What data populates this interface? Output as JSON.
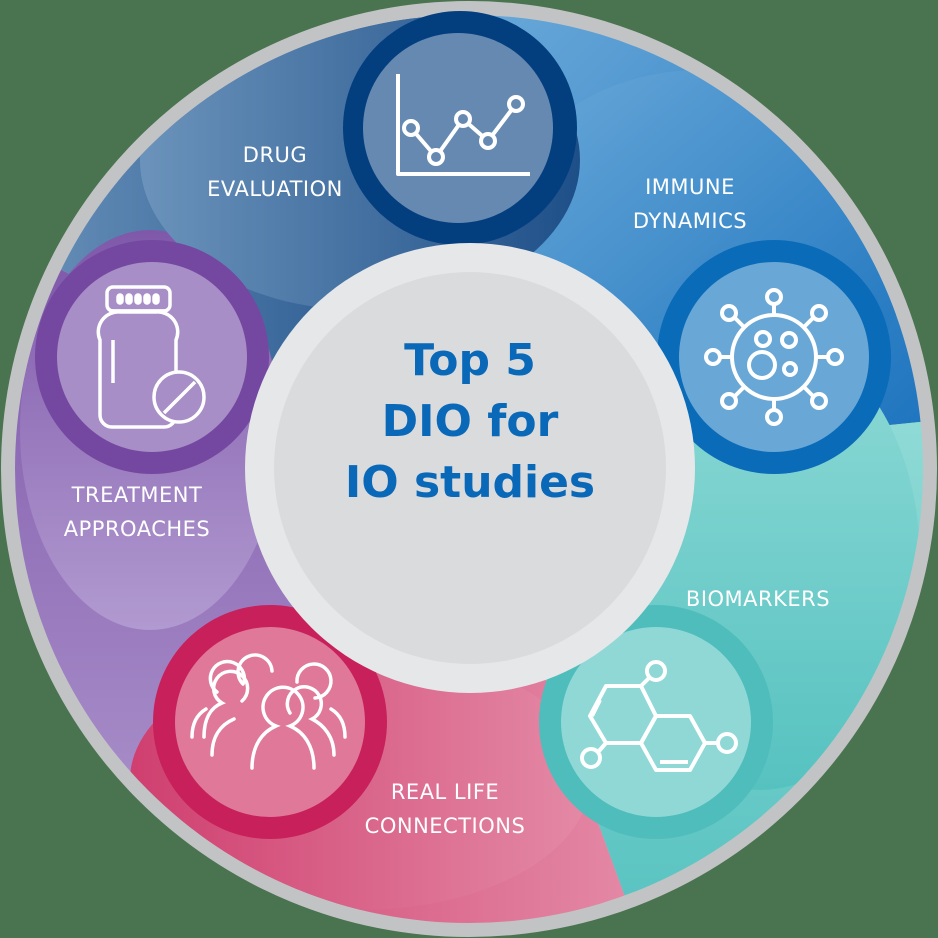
{
  "center": {
    "line1": "Top 5",
    "line2": "DIO for",
    "line3": "IO studies"
  },
  "segments": [
    {
      "id": "drug-evaluation",
      "line1": "DRUG",
      "line2": "EVALUATION",
      "icon": "line-chart-icon",
      "color": "#2d5f96",
      "ring": "#033f7f",
      "disc": "#6689b2"
    },
    {
      "id": "immune-dynamics",
      "line1": "IMMUNE",
      "line2": "DYNAMICS",
      "icon": "virus-icon",
      "color": "#3b8dcc",
      "ring": "#0a6bb8",
      "disc": "#68a7d6"
    },
    {
      "id": "biomarkers",
      "line1": "BIOMARKERS",
      "line2": "",
      "icon": "molecule-icon",
      "color": "#7ccfcc",
      "ring": "#4fbdbb",
      "disc": "#8fd8d6"
    },
    {
      "id": "real-life-connections",
      "line1": "REAL LIFE",
      "line2": "CONNECTIONS",
      "icon": "people-group-icon",
      "color": "#d85482",
      "ring": "#c8205a",
      "disc": "#df7899"
    },
    {
      "id": "treatment-approaches",
      "line1": "TREATMENT",
      "line2": "APPROACHES",
      "icon": "pill-bottle-icon",
      "color": "#8e6bb2",
      "ring": "#7448a0",
      "disc": "#a78ec6"
    }
  ],
  "colors": {
    "background": "#4a7350",
    "outer_ring": "#c2c3c5",
    "center_outer": "#e6e7e9",
    "center_inner": "#dadbdd",
    "center_text": "#0a68b8"
  }
}
